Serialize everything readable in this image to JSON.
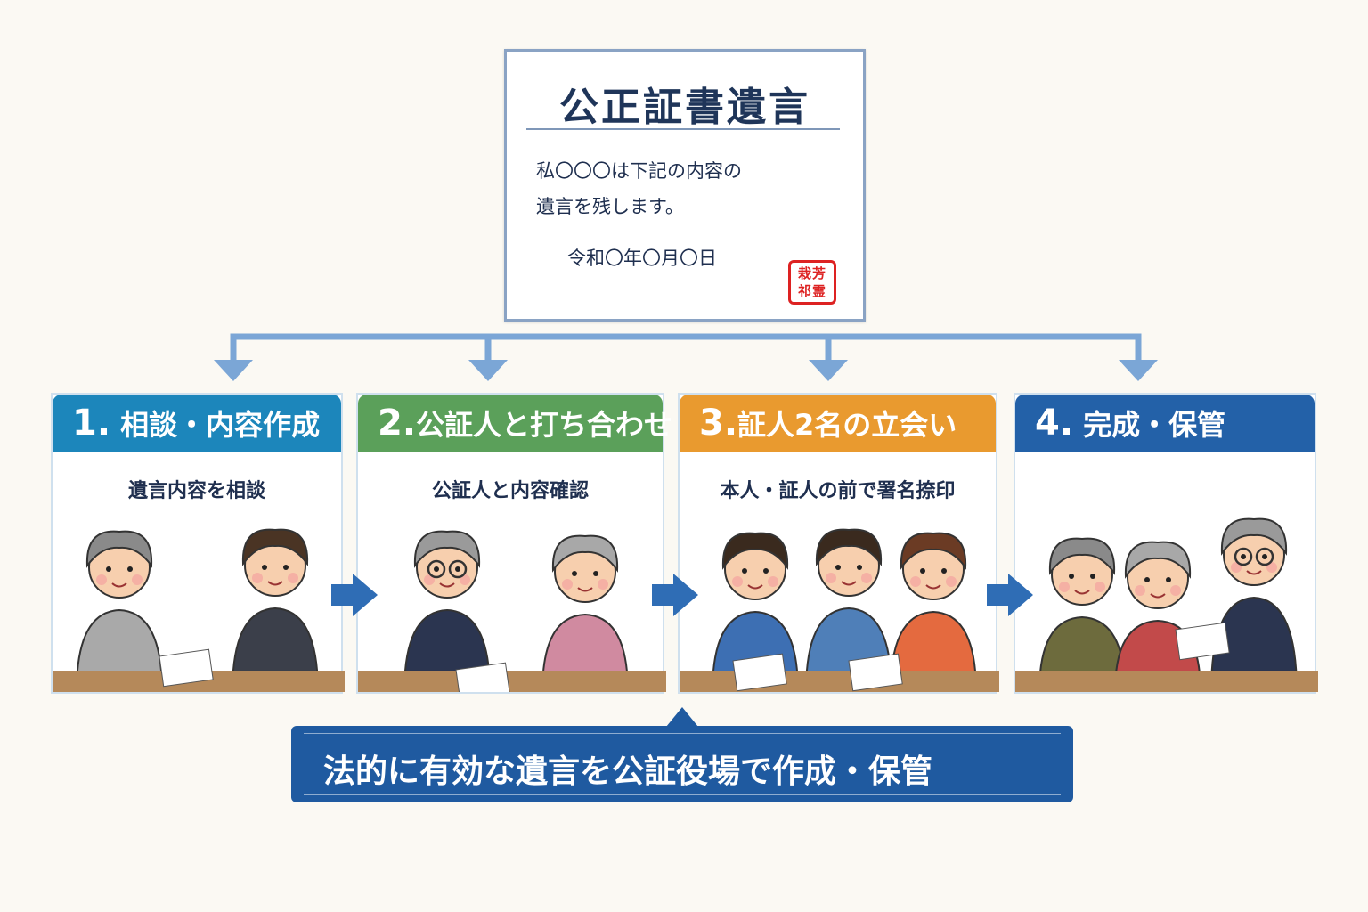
{
  "document": {
    "title": "公正証書遺言",
    "line1": "私〇〇〇は下記の内容の",
    "line2": "遺言を残します。",
    "date": "令和〇年〇月〇日",
    "seal_text": "栽芳祁霊"
  },
  "steps": [
    {
      "num": "1.",
      "title": "相談・内容作成",
      "caption": "遺言内容を相談",
      "color": "#1c86bb"
    },
    {
      "num": "2.",
      "title": "公証人と打ち合わせ",
      "caption": "公証人と内容確認",
      "color": "#5ba05a"
    },
    {
      "num": "3.",
      "title": "証人2名の立会い",
      "caption": "本人・証人の前で署名捺印",
      "color": "#e99a2f"
    },
    {
      "num": "4.",
      "title": "完成・保管",
      "caption": "",
      "color": "#2361a8"
    }
  ],
  "banner": {
    "text": "法的に有効な遺言を公証役場で作成・保管"
  },
  "colors": {
    "connector": "#7ba6d6",
    "arrow": "#2f6db5"
  }
}
